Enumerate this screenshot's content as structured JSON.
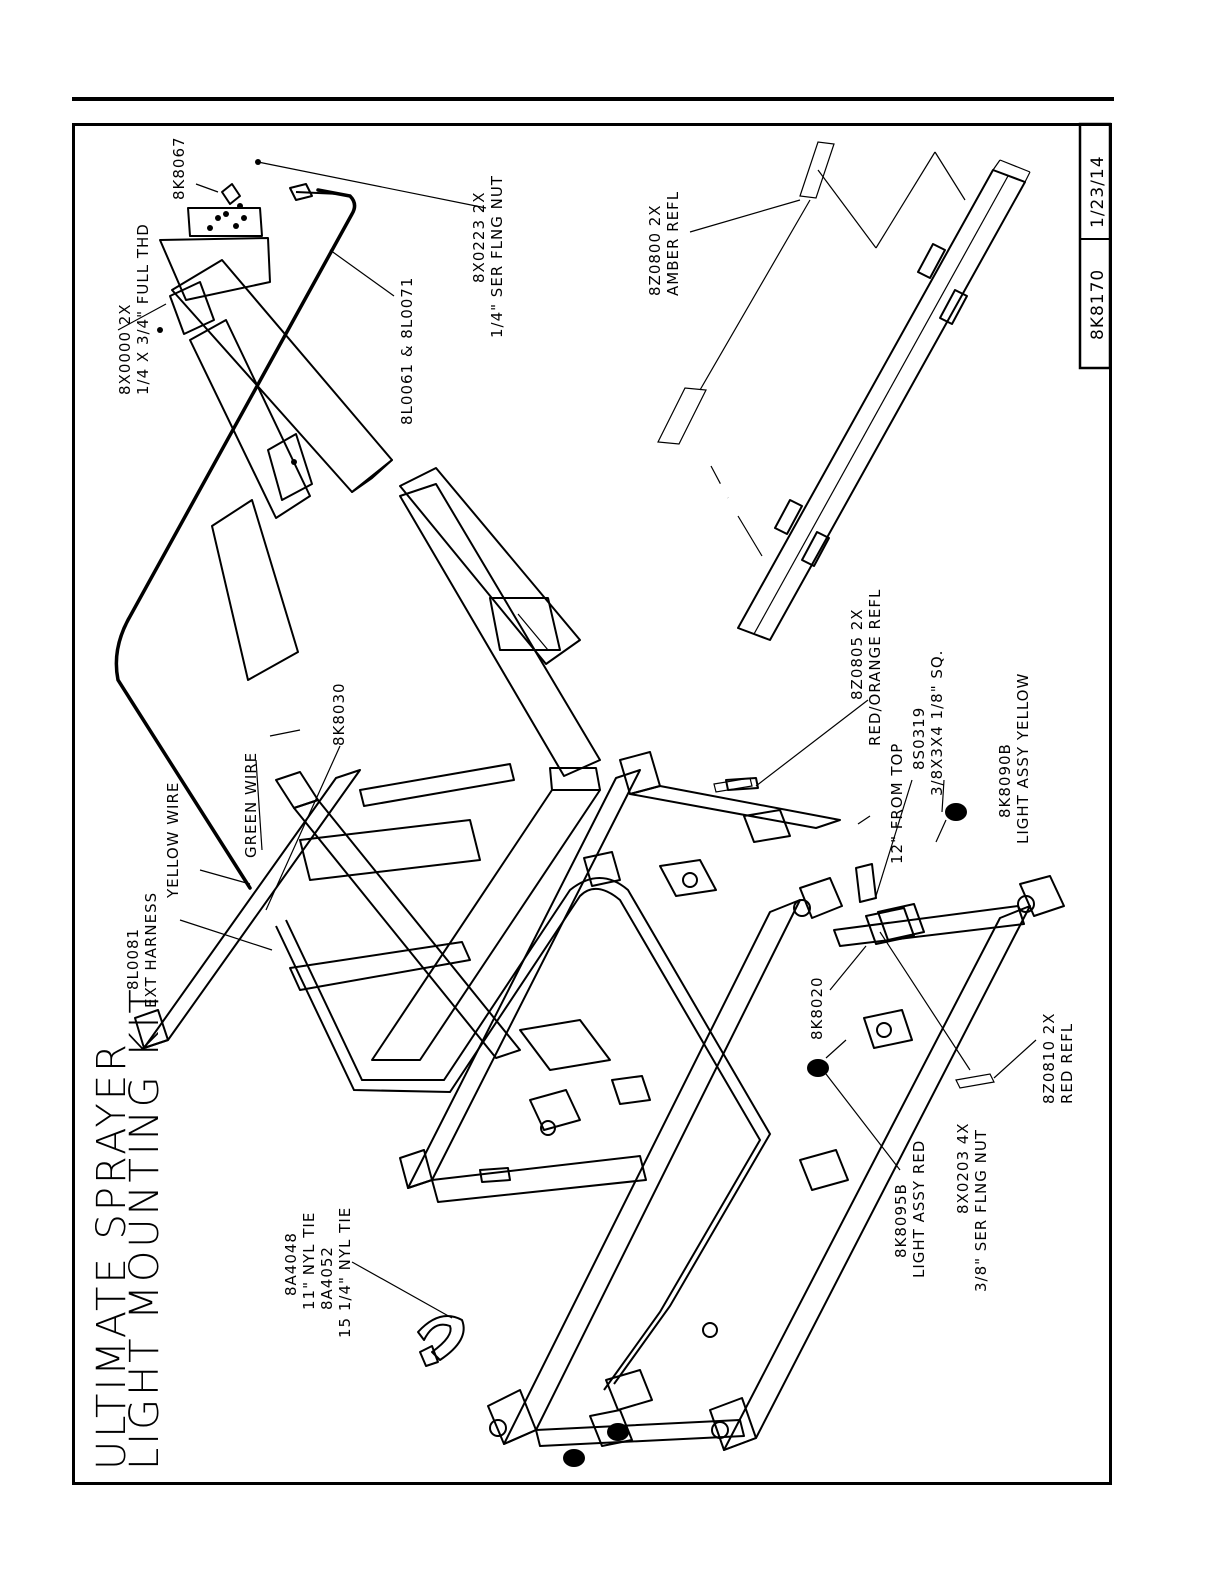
{
  "title": {
    "line1": "ULTIMATE SPRAYER",
    "line2": "LIGHT MOUNTING KIT"
  },
  "title_block": {
    "part_number": "8K8170",
    "date": "1/23/14"
  },
  "callouts": {
    "c8K8067": "8K8067",
    "c8X0000_a": "8X0000 2X",
    "c8X0000_b": "1/4 X 3/4\" FULL THD",
    "c8X0223_a": "8X0223 2X",
    "c8X0223_b": "1/4\" SER FLNG NUT",
    "c8L0061": "8L0061 & 8L0071",
    "c8Z0800_a": "8Z0800 2X",
    "c8Z0800_b": "AMBER REFL",
    "c8K8030": "8K8030",
    "green_wire": "GREEN WIRE",
    "yellow_wire": "YELLOW WIRE",
    "c8L0081_a": "8L0081",
    "c8L0081_b": "EXT HARNESS",
    "c8Z0805_a": "8Z0805 2X",
    "c8Z0805_b": "RED/ORANGE REFL",
    "from_top": "12\" FROM TOP",
    "c8S0319_a": "8S0319",
    "c8S0319_b": "3/8X3X4 1/8\" SQ.",
    "c8K8090B_a": "8K8090B",
    "c8K8090B_b": "LIGHT ASSY YELLOW",
    "c8K8020": "8K8020",
    "c8Z0810_a": "8Z0810 2X",
    "c8Z0810_b": "RED REFL",
    "c8X0203_a": "8X0203 4X",
    "c8X0203_b": "3/8\" SER FLNG NUT",
    "c8K8095B_a": "8K8095B",
    "c8K8095B_b": "LIGHT ASSY RED",
    "c8A4048_a": "8A4048",
    "c8A4048_b": "11\" NYL TIE",
    "c8A4052_a": "8A4052",
    "c8A4052_b": "15 1/4\" NYL TIE"
  }
}
